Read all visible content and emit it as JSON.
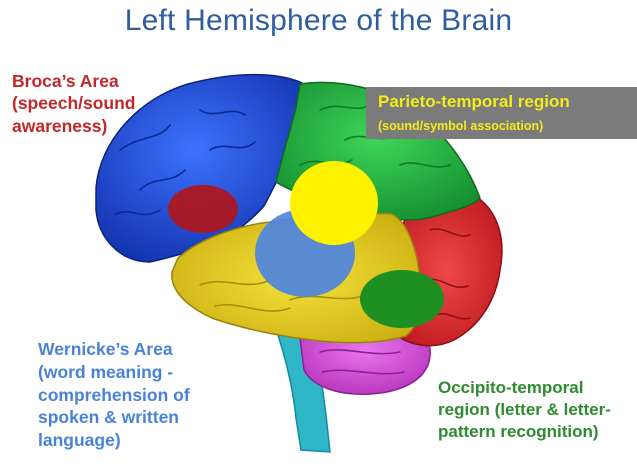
{
  "title": "Left Hemisphere of the Brain",
  "labels": {
    "broca": [
      "Broca’s Area",
      "(speech/sound",
      "awareness)"
    ],
    "parieto_temporal": {
      "title": "Parieto-temporal region",
      "subtitle": "(sound/symbol association)"
    },
    "wernicke": [
      "Wernicke’s Area",
      "(word meaning -",
      "comprehension of",
      "spoken & written",
      "language)"
    ],
    "occipito_temporal": [
      "Occipito-temporal",
      "region (letter & letter-",
      "pattern recognition)"
    ]
  },
  "colors": {
    "title": "#2f5d9e",
    "frontal_lobe": "#1f4fd8",
    "parietal_lobe": "#22b14c",
    "temporal_lobe": "#e8d21a",
    "occipital_lobe": "#e0262b",
    "cerebellum": "#d14fd6",
    "brain_stem": "#2fb7c9",
    "broca_area": "#b0161b",
    "wernicke_area": "#4e86e0",
    "parieto_temporal_area": "#fff200",
    "occipito_temporal_area": "#1e8f22",
    "callout_box": "#7b7b7b"
  }
}
